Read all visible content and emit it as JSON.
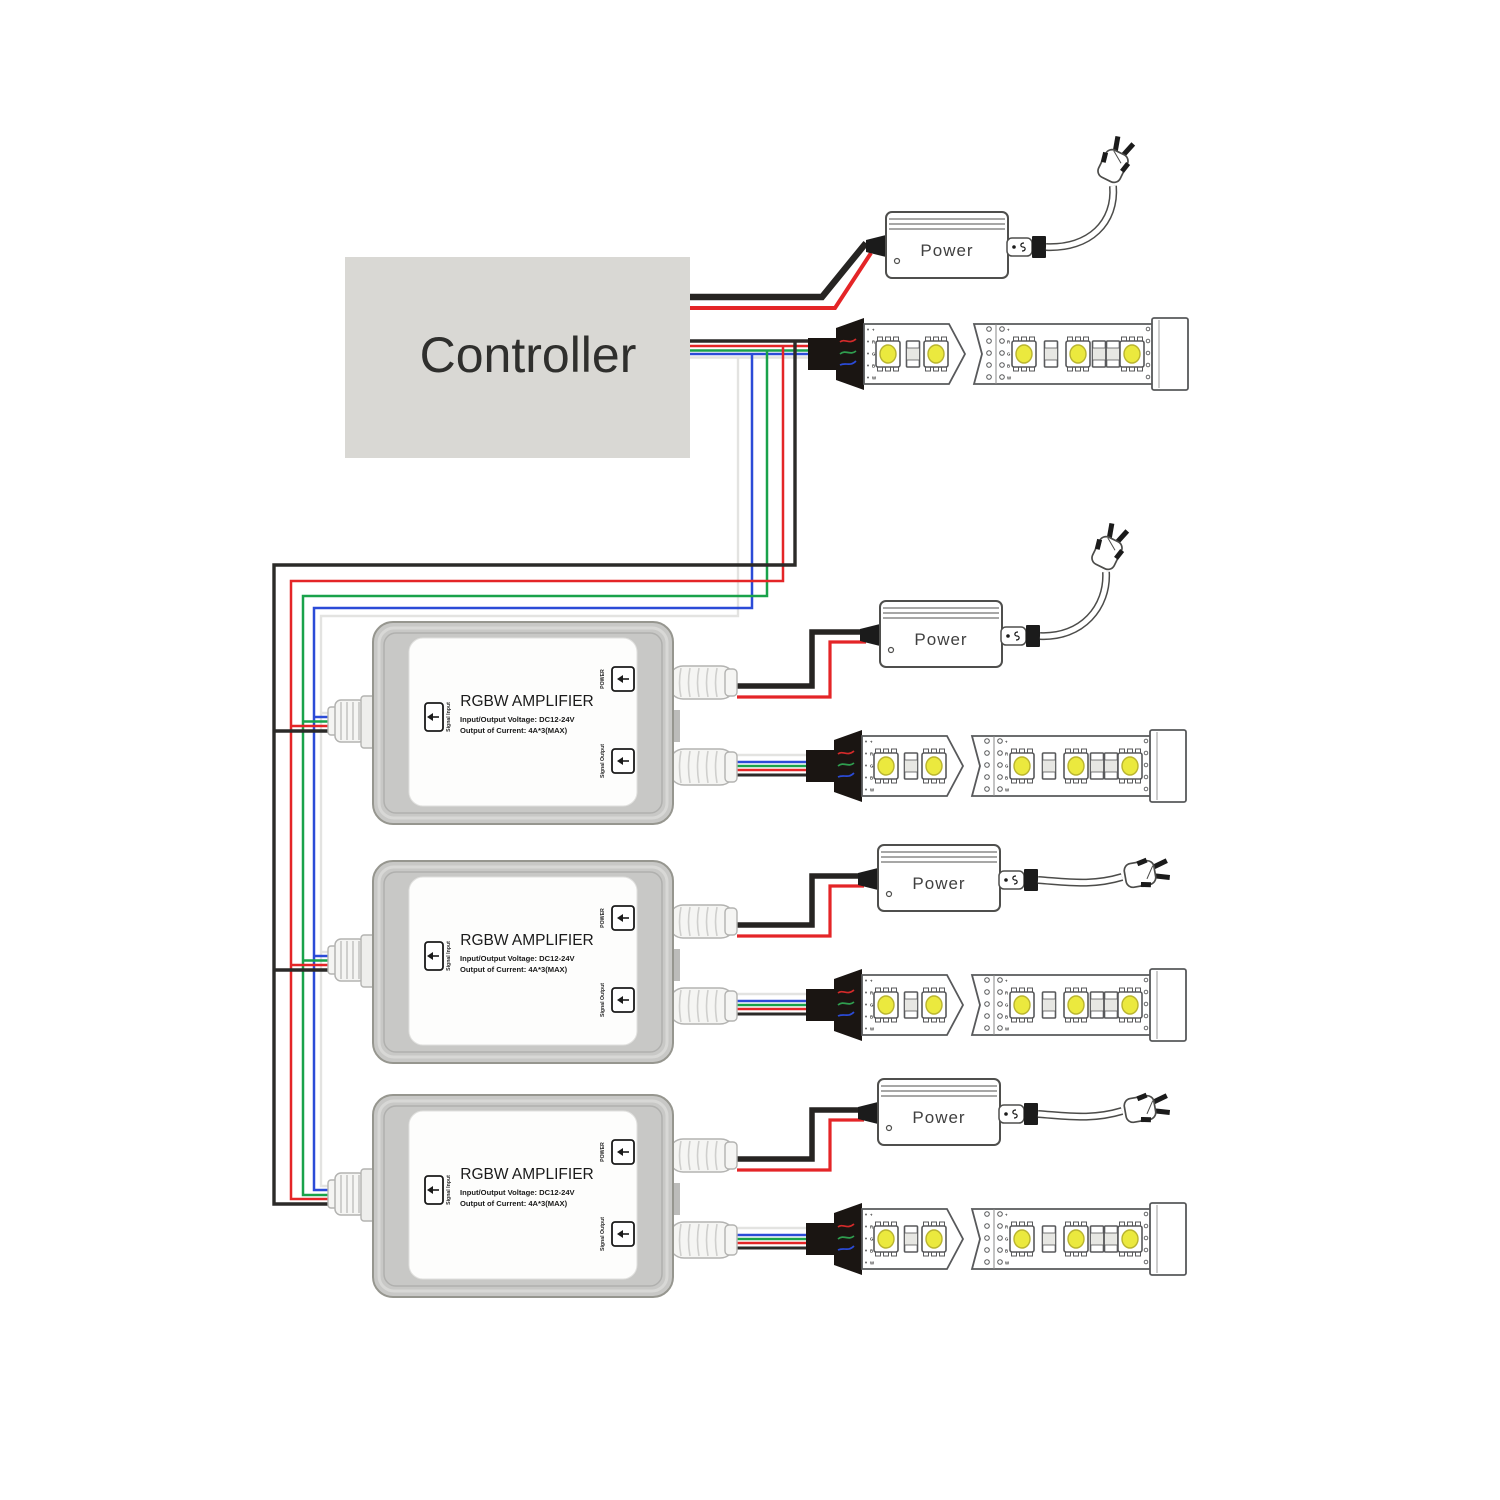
{
  "page": {
    "background": "#ffffff",
    "description": "Wiring diagram: controller driving RGBW LED strips through three RGBW amplifiers, each with its own power supply"
  },
  "controller": {
    "label": "Controller",
    "fill": "#d9d8d4"
  },
  "power_unit": {
    "label": "Power",
    "count": 4
  },
  "amplifier": {
    "title": "RGBW AMPLIFIER",
    "spec_line1": "Input/Output Voltage: DC12-24V",
    "spec_line2": "Output of Current: 4A*3(MAX)",
    "port_power_label": "POWER",
    "port_signal_input_label": "Signal Input",
    "port_signal_output_label": "Signal Output",
    "count": 3
  },
  "led_strip": {
    "pad_labels": [
      "+",
      "R",
      "G",
      "B",
      "W"
    ],
    "count": 4,
    "led_color": "#ebe93e"
  },
  "wires": {
    "black": "#2b2a28",
    "red": "#e42527",
    "green": "#19a24a",
    "blue": "#2b4bd7",
    "white": "#e3e3e1"
  }
}
